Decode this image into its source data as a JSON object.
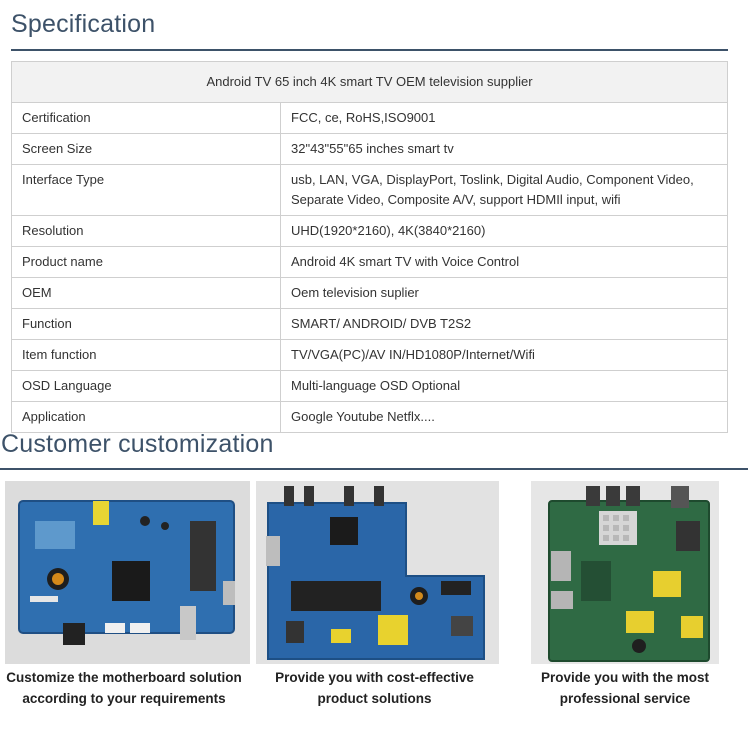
{
  "spec": {
    "heading": "Specification",
    "title": "Android TV  65 inch 4K smart TV OEM television supplier",
    "rows": [
      {
        "key": "Certification",
        "value": "FCC, ce, RoHS,ISO9001"
      },
      {
        "key": "Screen Size",
        "value": "32\"43\"55\"65 inches smart tv"
      },
      {
        "key": "Interface Type",
        "value": "usb, LAN, VGA, DisplayPort, Toslink, Digital Audio, Component Video, Separate Video, Composite A/V, support HDMIl input, wifi"
      },
      {
        "key": "Resolution",
        "value": "UHD(1920*2160), 4K(3840*2160)"
      },
      {
        "key": "Product name",
        "value": "Android 4K smart TV with Voice Control"
      },
      {
        "key": "OEM",
        "value": "Oem television suplier"
      },
      {
        "key": "Function",
        "value": "SMART/ ANDROID/ DVB T2S2"
      },
      {
        "key": "Item function",
        "value": "TV/VGA(PC)/AV IN/HD1080P/Internet/Wifi"
      },
      {
        "key": "OSD Language",
        "value": "Multi-language OSD Optional"
      },
      {
        "key": "Application",
        "value": "Google Youtube Netflx...."
      }
    ]
  },
  "custom": {
    "heading": "Customer customization",
    "items": [
      {
        "caption": "Customize the motherboard solution according to your requirements",
        "icon": "blue-motherboard-photo",
        "board_color": "#2f6fb0"
      },
      {
        "caption": "Provide you with cost-effective product solutions",
        "icon": "blue-mainboard-photo",
        "board_color": "#2a66a8"
      },
      {
        "caption": "Provide you with the most professional service",
        "icon": "green-mainboard-photo",
        "board_color": "#2f6a44"
      }
    ]
  }
}
